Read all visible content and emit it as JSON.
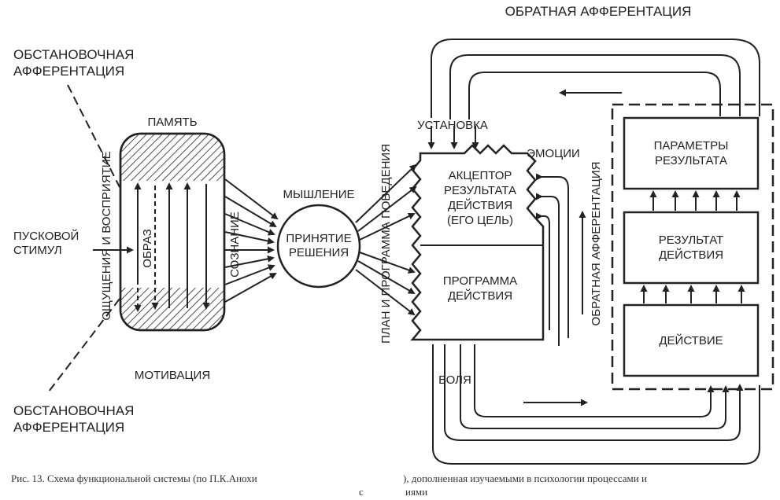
{
  "labels": {
    "feedback_top": "ОБРАТНАЯ АФФЕРЕНТАЦИЯ",
    "situational_top": "ОБСТАНОВОЧНАЯ\nАФФЕРЕНТАЦИЯ",
    "situational_bottom": "ОБСТАНОВОЧНАЯ\nАФФЕРЕНТАЦИЯ",
    "memory": "ПАМЯТЬ",
    "motivation": "МОТИВАЦИЯ",
    "sensation": "ОЩУЩЕНИЯ И ВОСПРИЯТИЕ",
    "image": "ОБРАЗ",
    "consciousness": "СОЗНАНИЕ",
    "trigger": "ПУСКОВОЙ\nСТИМУЛ",
    "thinking": "МЫШЛЕНИЕ",
    "decision": "ПРИНЯТИЕ\nРЕШЕНИЯ",
    "plan": "ПЛАН И ПРОГРАММА ПОВЕДЕНИЯ",
    "setting": "УСТАНОВКА",
    "emotions": "ЭМОЦИИ",
    "acceptor": "АКЦЕПТОР\nРЕЗУЛЬТАТА\nДЕЙСТВИЯ\n(ЕГО ЦЕЛЬ)",
    "program": "ПРОГРАММА\nДЕЙСТВИЯ",
    "will": "ВОЛЯ",
    "feedback_side": "ОБРАТНАЯ АФФЕРЕНТАЦИЯ",
    "params": "ПАРАМЕТРЫ\nРЕЗУЛЬТАТА",
    "result": "РЕЗУЛЬТАТ\nДЕЙСТВИЯ",
    "action": "ДЕЙСТВИЕ"
  },
  "caption": {
    "line1_a": "Рис. 13. Схема функциональной системы (по П.К.Анохи",
    "line1_b": "), дополненная изучаемыми в психологии процессами и",
    "line2_a": "с",
    "line2_b": "иями"
  }
}
